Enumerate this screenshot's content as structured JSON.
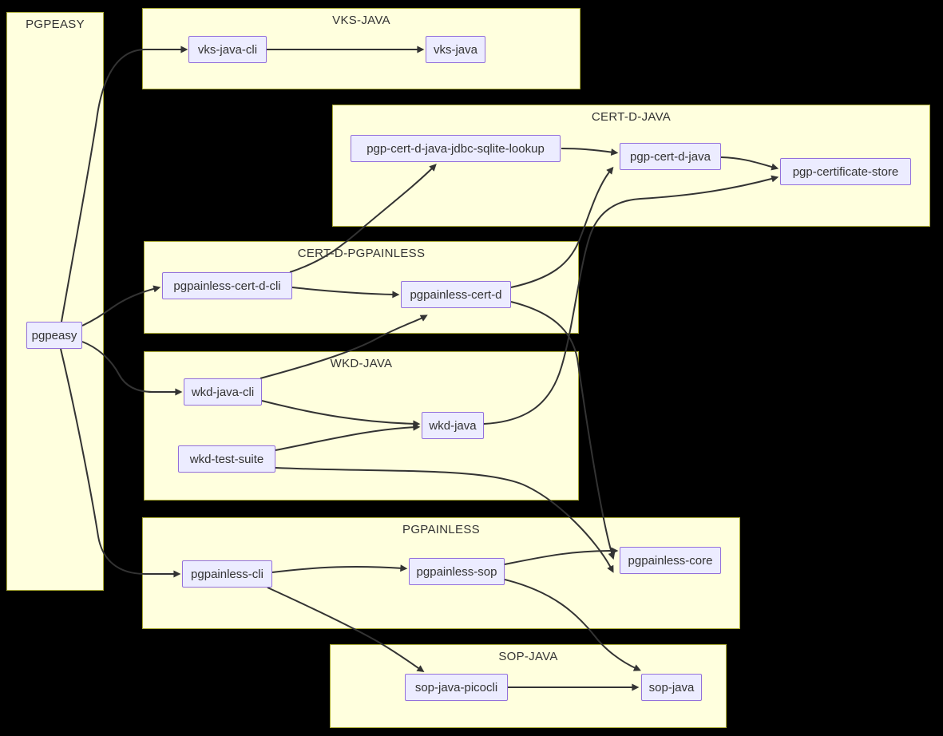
{
  "diagram": {
    "type": "flowchart",
    "background": "#000000",
    "colors": {
      "group_fill": "#ffffde",
      "group_border": "#aaaa33",
      "node_fill": "#ececff",
      "node_border": "#9370db",
      "edge": "#333333",
      "text": "#333333"
    },
    "groups": [
      {
        "id": "pgpeasy",
        "title": "PGPEASY"
      },
      {
        "id": "vks-java",
        "title": "VKS-JAVA"
      },
      {
        "id": "cert-d-java",
        "title": "CERT-D-JAVA"
      },
      {
        "id": "cert-d-pgpainless",
        "title": "CERT-D-PGPAINLESS"
      },
      {
        "id": "wkd-java",
        "title": "WKD-JAVA"
      },
      {
        "id": "pgpainless",
        "title": "PGPAINLESS"
      },
      {
        "id": "sop-java",
        "title": "SOP-JAVA"
      }
    ],
    "nodes": [
      {
        "id": "pgpeasy",
        "label": "pgpeasy",
        "group": "PGPEASY"
      },
      {
        "id": "vks-java-cli",
        "label": "vks-java-cli",
        "group": "VKS-JAVA"
      },
      {
        "id": "vks-java",
        "label": "vks-java",
        "group": "VKS-JAVA"
      },
      {
        "id": "pgp-cert-d-java-jdbc-sqlite-lookup",
        "label": "pgp-cert-d-java-jdbc-sqlite-lookup",
        "group": "CERT-D-JAVA"
      },
      {
        "id": "pgp-cert-d-java",
        "label": "pgp-cert-d-java",
        "group": "CERT-D-JAVA"
      },
      {
        "id": "pgp-certificate-store",
        "label": "pgp-certificate-store",
        "group": "CERT-D-JAVA"
      },
      {
        "id": "pgpainless-cert-d-cli",
        "label": "pgpainless-cert-d-cli",
        "group": "CERT-D-PGPAINLESS"
      },
      {
        "id": "pgpainless-cert-d",
        "label": "pgpainless-cert-d",
        "group": "CERT-D-PGPAINLESS"
      },
      {
        "id": "wkd-java-cli",
        "label": "wkd-java-cli",
        "group": "WKD-JAVA"
      },
      {
        "id": "wkd-java",
        "label": "wkd-java",
        "group": "WKD-JAVA"
      },
      {
        "id": "wkd-test-suite",
        "label": "wkd-test-suite",
        "group": "WKD-JAVA"
      },
      {
        "id": "pgpainless-cli",
        "label": "pgpainless-cli",
        "group": "PGPAINLESS"
      },
      {
        "id": "pgpainless-sop",
        "label": "pgpainless-sop",
        "group": "PGPAINLESS"
      },
      {
        "id": "pgpainless-core",
        "label": "pgpainless-core",
        "group": "PGPAINLESS"
      },
      {
        "id": "sop-java-picocli",
        "label": "sop-java-picocli",
        "group": "SOP-JAVA"
      },
      {
        "id": "sop-java",
        "label": "sop-java",
        "group": "SOP-JAVA"
      }
    ],
    "edges": [
      {
        "from": "pgpeasy",
        "to": "vks-java-cli"
      },
      {
        "from": "pgpeasy",
        "to": "pgpainless-cert-d-cli"
      },
      {
        "from": "pgpeasy",
        "to": "wkd-java-cli"
      },
      {
        "from": "pgpeasy",
        "to": "pgpainless-cli"
      },
      {
        "from": "vks-java-cli",
        "to": "vks-java"
      },
      {
        "from": "pgp-cert-d-java-jdbc-sqlite-lookup",
        "to": "pgp-cert-d-java"
      },
      {
        "from": "pgp-cert-d-java",
        "to": "pgp-certificate-store"
      },
      {
        "from": "pgpainless-cert-d-cli",
        "to": "pgpainless-cert-d"
      },
      {
        "from": "pgpainless-cert-d-cli",
        "to": "pgp-cert-d-java-jdbc-sqlite-lookup"
      },
      {
        "from": "pgpainless-cert-d",
        "to": "pgp-cert-d-java"
      },
      {
        "from": "pgpainless-cert-d",
        "to": "pgpainless-core"
      },
      {
        "from": "wkd-java-cli",
        "to": "wkd-java"
      },
      {
        "from": "wkd-java-cli",
        "to": "pgpainless-cert-d"
      },
      {
        "from": "wkd-test-suite",
        "to": "wkd-java"
      },
      {
        "from": "wkd-test-suite",
        "to": "pgpainless-core"
      },
      {
        "from": "wkd-java",
        "to": "pgp-certificate-store"
      },
      {
        "from": "pgpainless-cli",
        "to": "pgpainless-sop"
      },
      {
        "from": "pgpainless-sop",
        "to": "pgpainless-core"
      },
      {
        "from": "pgpainless-sop",
        "to": "sop-java"
      },
      {
        "from": "pgpainless-cli",
        "to": "sop-java-picocli"
      },
      {
        "from": "sop-java-picocli",
        "to": "sop-java"
      }
    ]
  }
}
